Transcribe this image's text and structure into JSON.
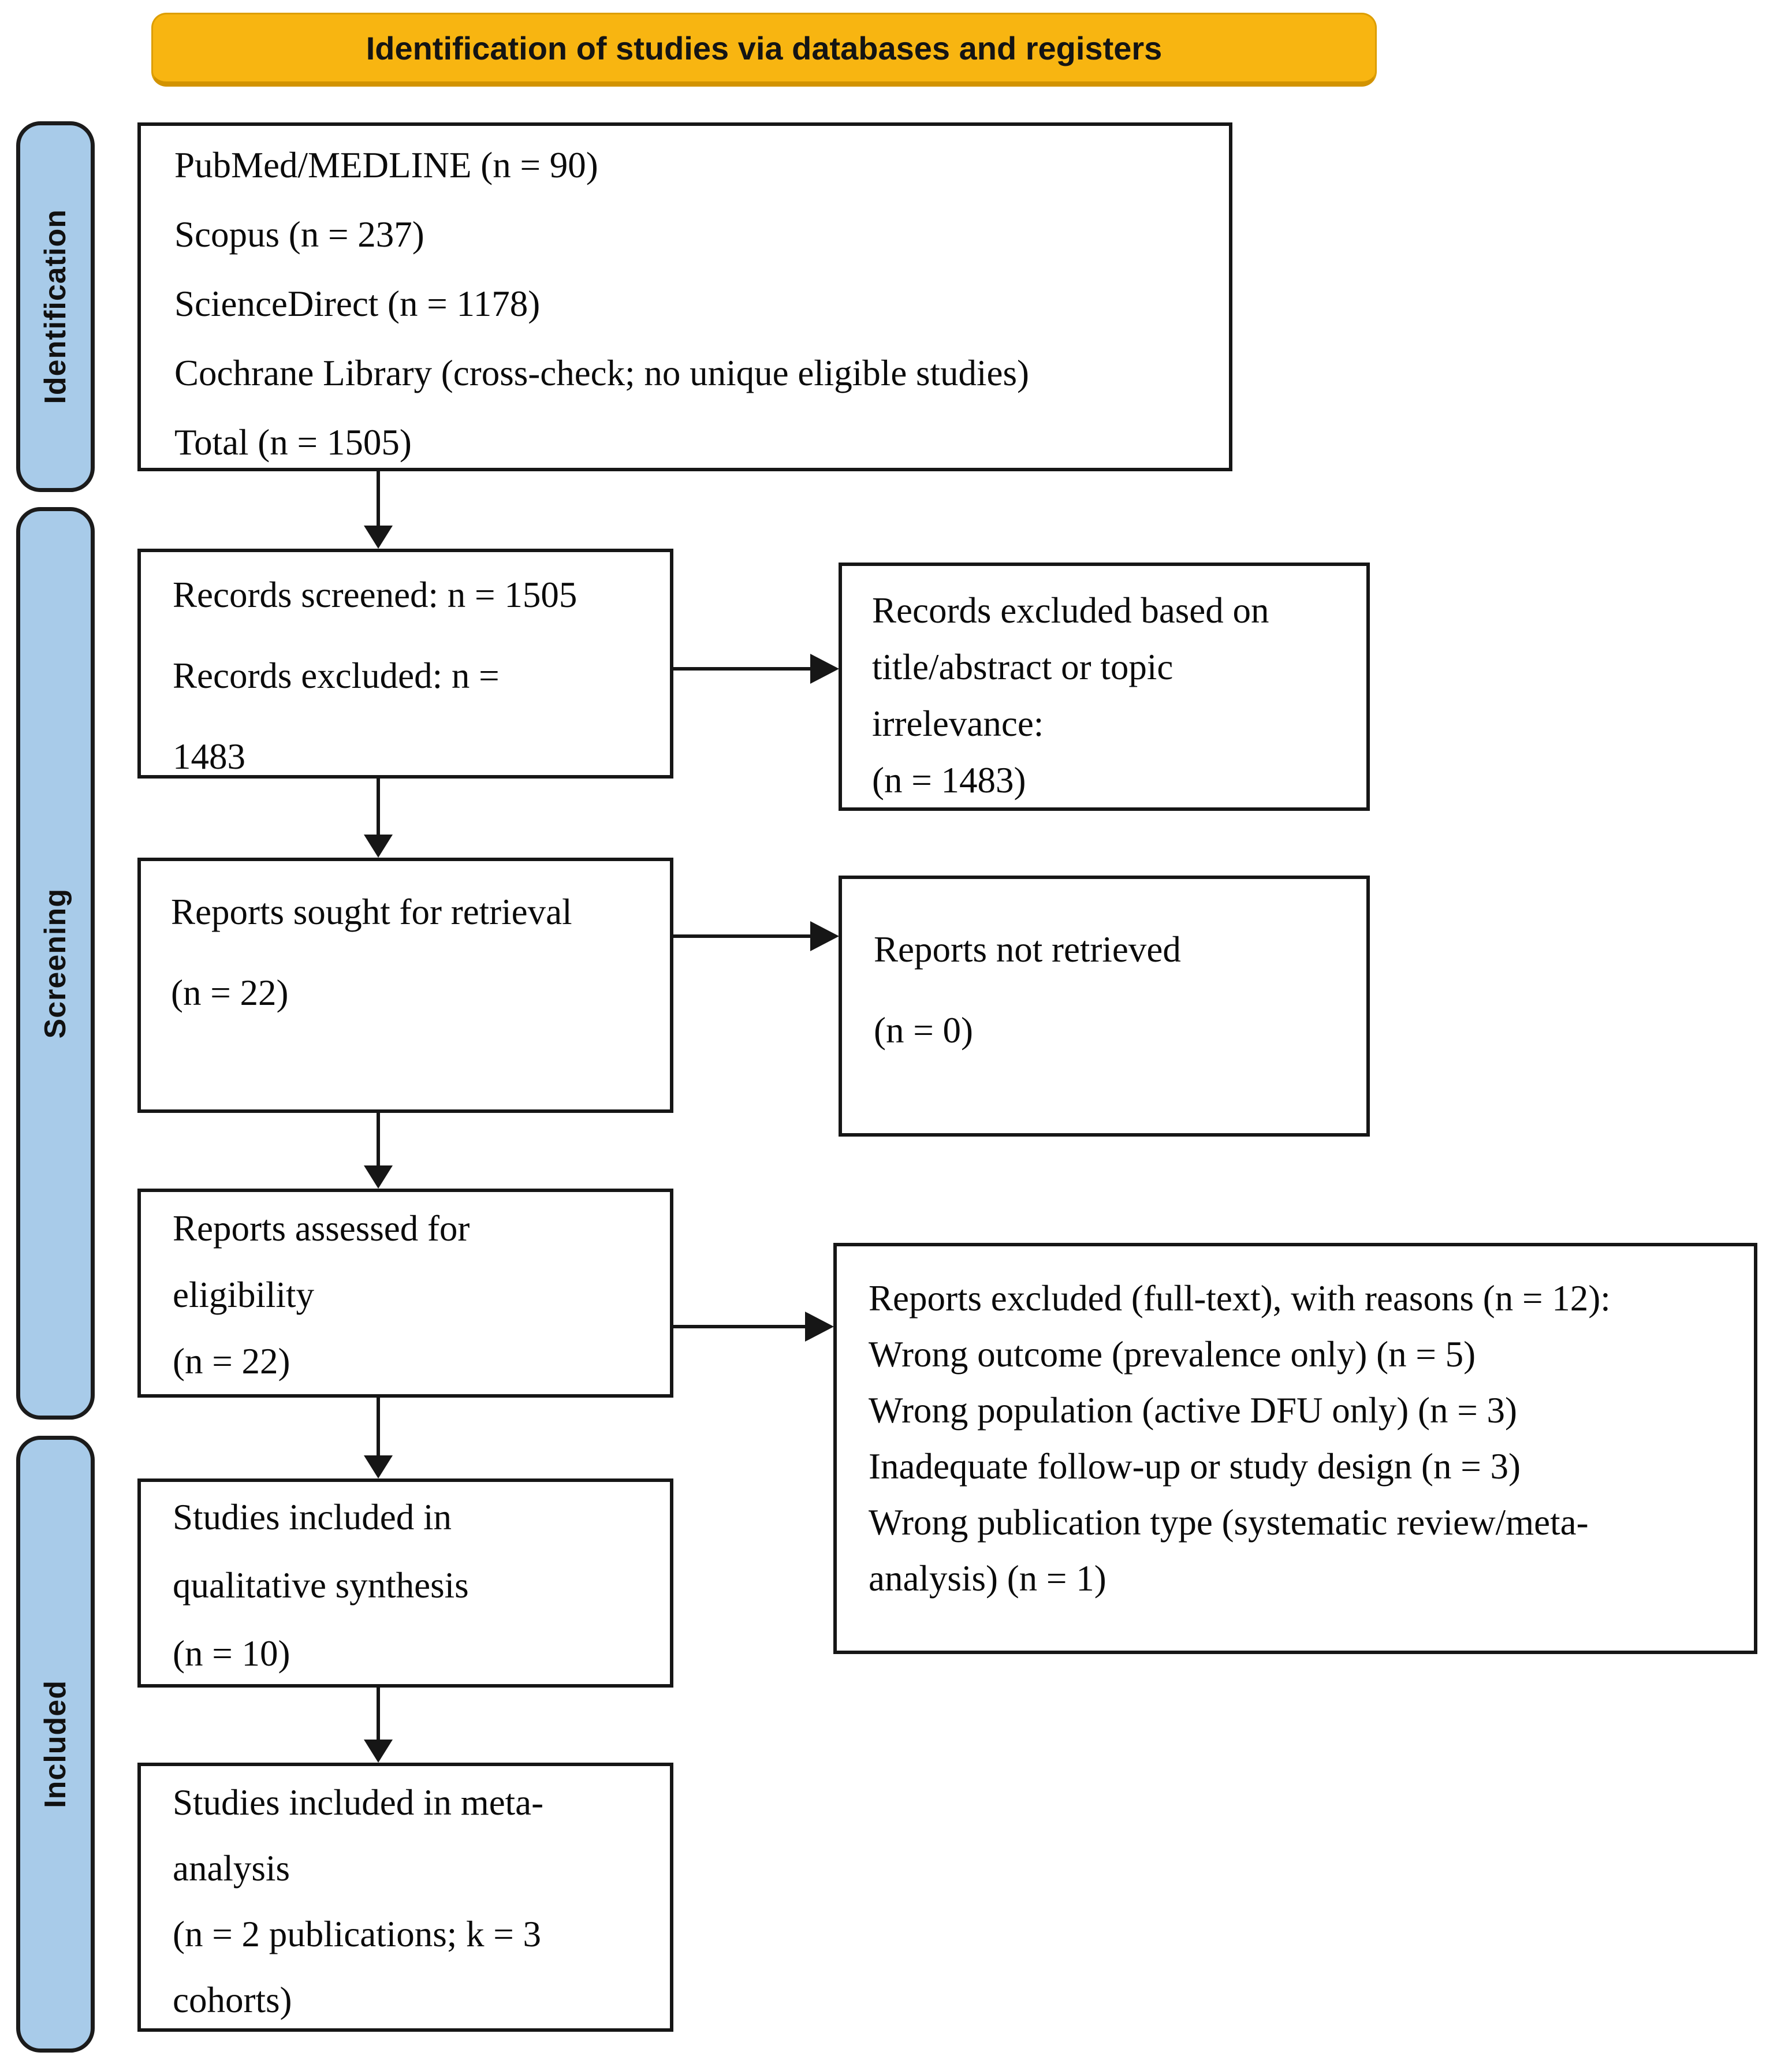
{
  "banner": {
    "label": "Identification of studies via databases and registers"
  },
  "sidebar": {
    "identification": "Identification",
    "screening": "Screening",
    "included": "Included"
  },
  "boxes": {
    "databases": {
      "lines": [
        "PubMed/MEDLINE (n = 90)",
        "Scopus (n = 237)",
        "ScienceDirect (n = 1178)",
        "Cochrane Library (cross-check; no unique eligible studies)",
        "Total (n = 1505)"
      ]
    },
    "records_screened": {
      "lines": [
        "Records screened: n = 1505",
        "Records excluded: n =",
        "1483"
      ]
    },
    "records_excluded": {
      "lines": [
        "Records excluded based on",
        "title/abstract or topic",
        "irrelevance:",
        "(n = 1483)"
      ]
    },
    "reports_sought": {
      "lines": [
        "Reports sought for retrieval",
        "(n = 22)"
      ]
    },
    "reports_not_retrieved": {
      "lines": [
        "Reports not retrieved",
        "(n = 0)"
      ]
    },
    "reports_assessed": {
      "lines": [
        "Reports assessed for",
        "eligibility",
        "(n = 22)"
      ]
    },
    "reports_excluded_fulltext": {
      "lines": [
        "Reports excluded (full-text), with reasons (n = 12):",
        "Wrong outcome (prevalence only) (n = 5)",
        "Wrong population (active DFU only) (n = 3)",
        "Inadequate follow-up or study design (n = 3)",
        "Wrong publication type (systematic review/meta-",
        "analysis) (n = 1)"
      ]
    },
    "qualitative_synthesis": {
      "lines": [
        "Studies included in",
        "qualitative synthesis",
        "(n = 10)"
      ]
    },
    "meta_analysis": {
      "lines": [
        "Studies included in meta-",
        "analysis",
        "(n = 2 publications; k = 3",
        "cohorts)"
      ]
    }
  },
  "colors": {
    "banner_bg": "#F8B511",
    "stage_label_bg": "#A8CBE9",
    "box_border": "#161616",
    "background": "#FFFFFF"
  }
}
